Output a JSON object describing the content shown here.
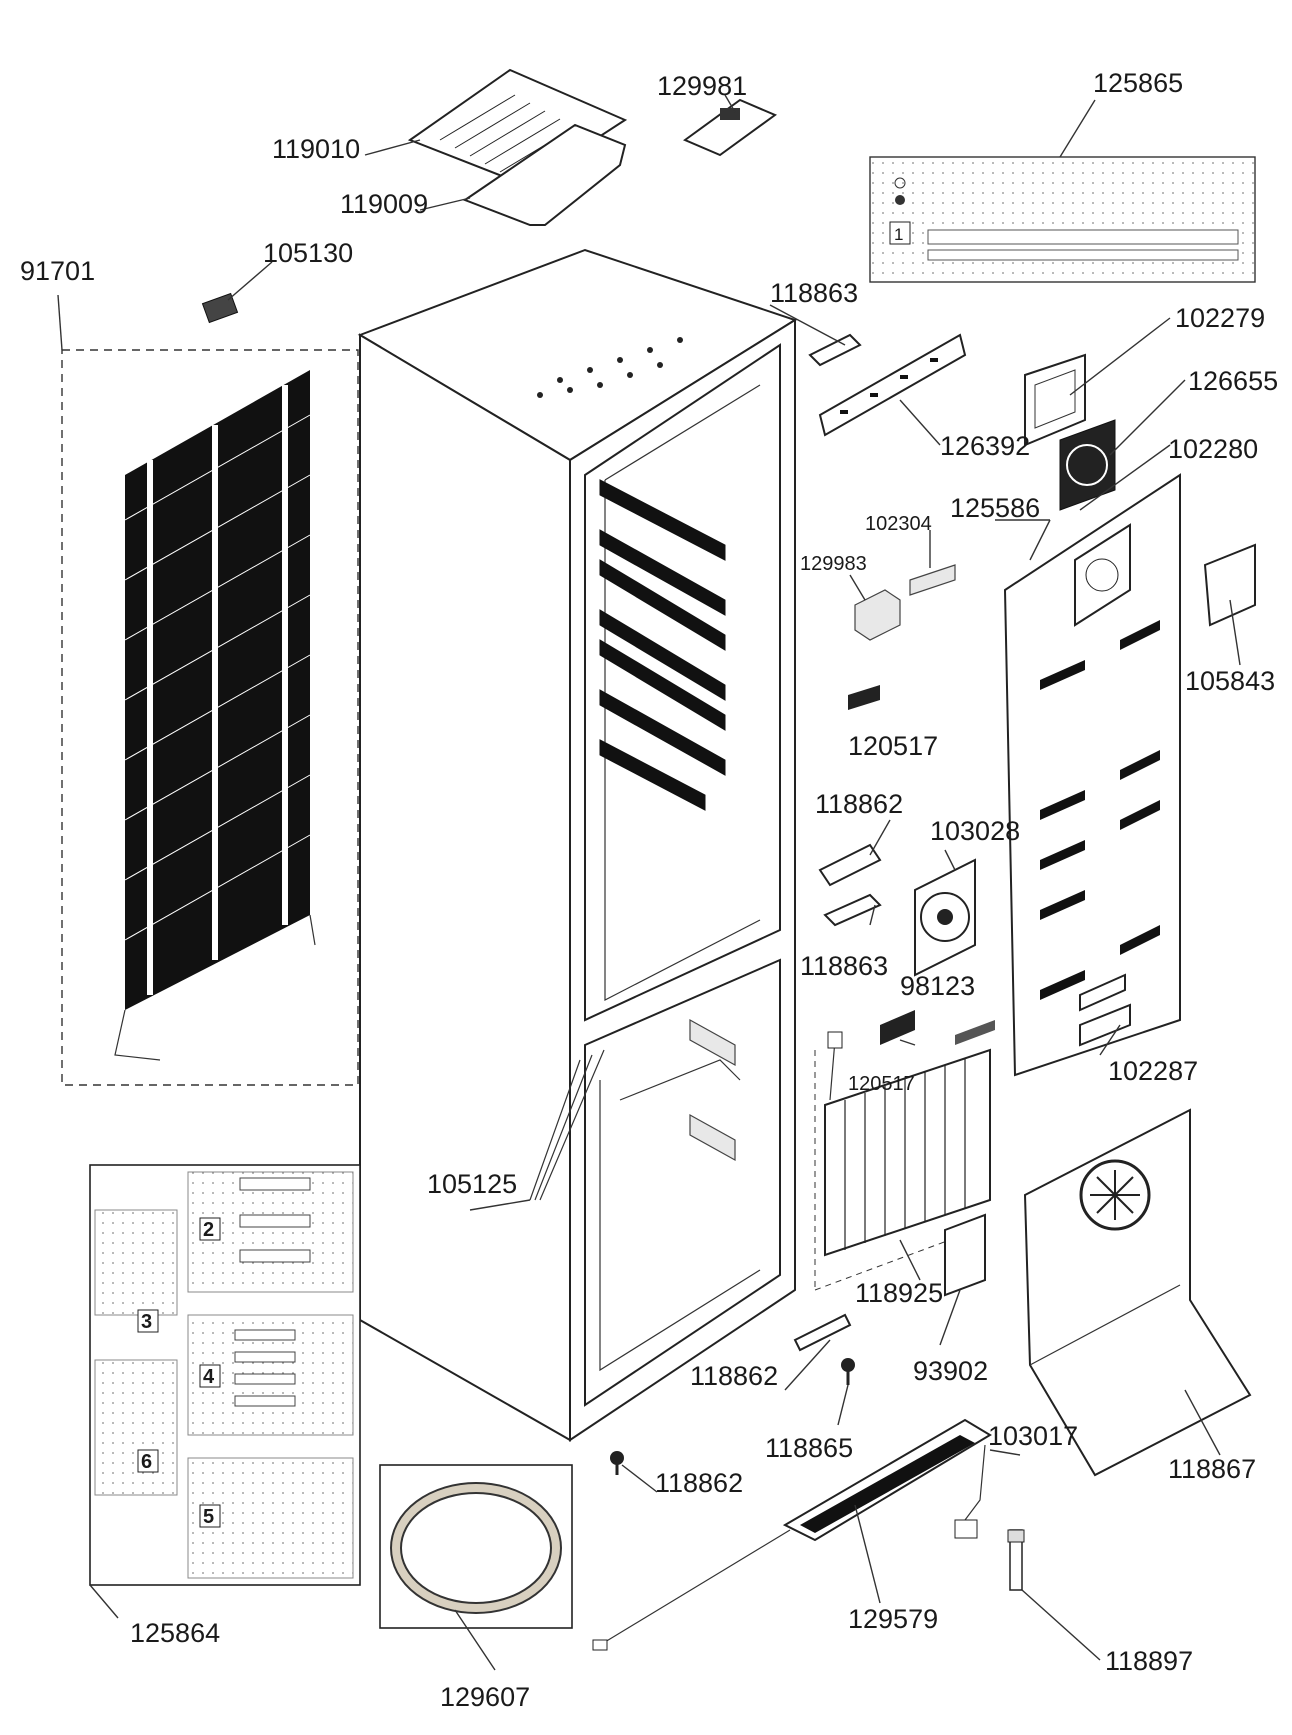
{
  "diagram": {
    "labels": {
      "l119010": "119010",
      "l129981": "129981",
      "l125865": "125865",
      "l119009": "119009",
      "l91701": "91701",
      "l105130": "105130",
      "l118863a": "118863",
      "l102279": "102279",
      "l126655": "126655",
      "l126392": "126392",
      "l102280": "102280",
      "l125586": "125586",
      "l102304": "102304",
      "l129983": "129983",
      "l105843": "105843",
      "l120517a": "120517",
      "l118862a": "118862",
      "l103028": "103028",
      "l118863b": "118863",
      "l98123": "98123",
      "l120517b": "120517",
      "l102287": "102287",
      "l105125": "105125",
      "l118925": "118925",
      "l118862b": "118862",
      "l93902": "93902",
      "l118865": "118865",
      "l103017": "103017",
      "l118867": "118867",
      "l118862c": "118862",
      "l129579": "129579",
      "l125864": "125864",
      "l118897": "118897",
      "l129607": "129607"
    },
    "inset_numbers": {
      "n2": "2",
      "n3": "3",
      "n4": "4",
      "n5": "5",
      "n6": "6",
      "n1": "1"
    }
  }
}
